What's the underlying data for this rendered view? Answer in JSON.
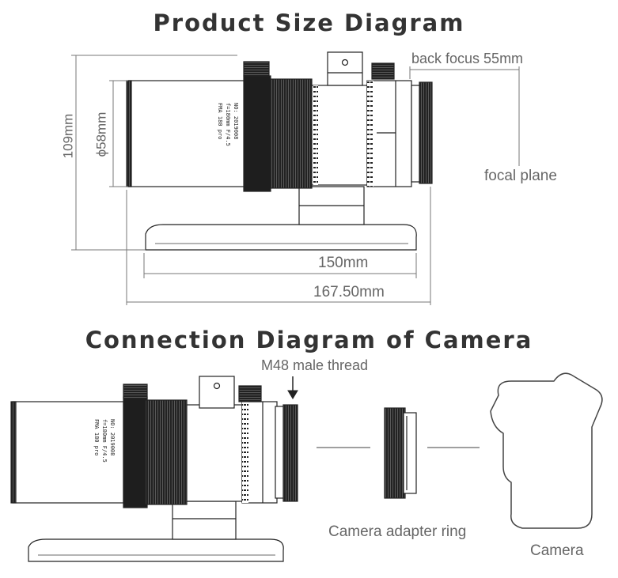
{
  "top": {
    "title": "Product Size Diagram",
    "dims": {
      "height": "109mm",
      "diameter": "ϕ58mm",
      "back_focus": "back focus 55mm",
      "focal_plane": "focal plane",
      "base_length": "150mm",
      "total_length": "167.50mm"
    }
  },
  "bottom": {
    "title": "Connection Diagram of Camera",
    "thread": "M48 male thread",
    "adapter": "Camera adapter ring",
    "camera": "Camera"
  }
}
